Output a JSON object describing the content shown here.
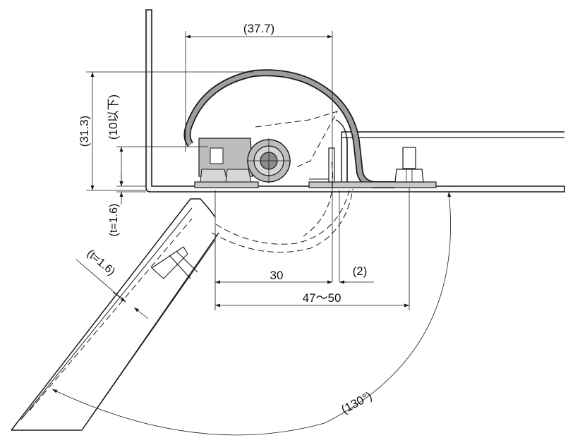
{
  "dimensions": {
    "top_width": "(37.7)",
    "height_total": "(31.3)",
    "height_max": "(10以下)",
    "thickness_cabinet": "(t=1.6)",
    "thickness_door": "(t=1.6)",
    "offset_30": "30",
    "gap_2": "(2)",
    "range_width": "47〜50",
    "angle": "(130°)"
  },
  "colors": {
    "line": "#1a1a1a",
    "hinge_fill": "#bdbdbd",
    "hinge_dark": "#8c8c8c",
    "panel_fill": "#f7f7f7"
  }
}
